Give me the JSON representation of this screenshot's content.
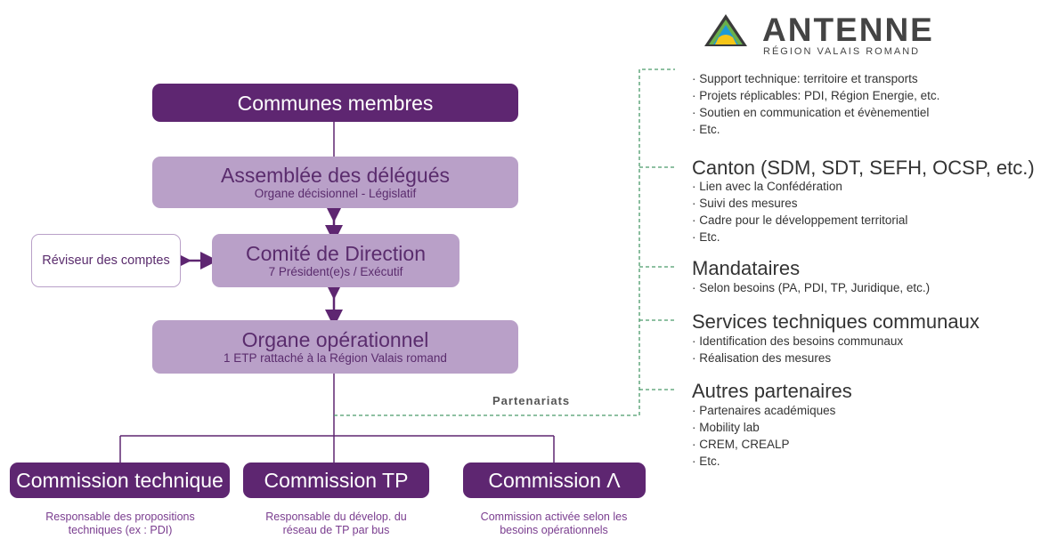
{
  "logo": {
    "title": "ANTENNE",
    "subtitle": "RÉGION VALAIS ROMAND"
  },
  "org": {
    "communes": "Communes membres",
    "assemblee": {
      "title": "Assemblée des délégués",
      "subtitle": "Organe décisionnel - Législatif"
    },
    "comite": {
      "title": "Comité de Direction",
      "subtitle": "7 Président(e)s / Exécutif"
    },
    "reviseur": "Réviseur des comptes",
    "organe": {
      "title": "Organe opérationnel",
      "subtitle": "1 ETP rattaché à la Région Valais romand"
    },
    "partenariats": "Partenariats",
    "commissions": [
      {
        "title": "Commission technique",
        "note": "Responsable des propositions techniques (ex : PDI)"
      },
      {
        "title": "Commission TP",
        "note": "Responsable du dévelop. du réseau de TP par bus"
      },
      {
        "title": "Commission Λ",
        "note": "Commission activée selon les besoins opérationnels"
      }
    ]
  },
  "partners": {
    "antenne_items": [
      "Support technique: territoire et transports",
      "Projets réplicables: PDI, Région Energie, etc.",
      "Soutien en communication et évènementiel",
      "Etc."
    ],
    "sections": [
      {
        "title": "Canton (SDM, SDT, SEFH, OCSP, etc.)",
        "items": [
          "Lien avec la Confédération",
          "Suivi des mesures",
          "Cadre pour le développement territorial",
          "Etc."
        ]
      },
      {
        "title": "Mandataires",
        "items": [
          "Selon besoins (PA, PDI, TP, Juridique, etc.)"
        ]
      },
      {
        "title": "Services techniques communaux",
        "items": [
          "Identification des besoins communaux",
          "Réalisation des mesures"
        ]
      },
      {
        "title": "Autres partenaires",
        "items": [
          "Partenaires académiques",
          "Mobility lab",
          "CREM, CREALP",
          "Etc."
        ]
      }
    ]
  },
  "colors": {
    "dark_purple": "#5e2671",
    "light_purple": "#b9a0c8",
    "dash_green": "#4a9a6a",
    "note_purple": "#7a3d8f"
  }
}
